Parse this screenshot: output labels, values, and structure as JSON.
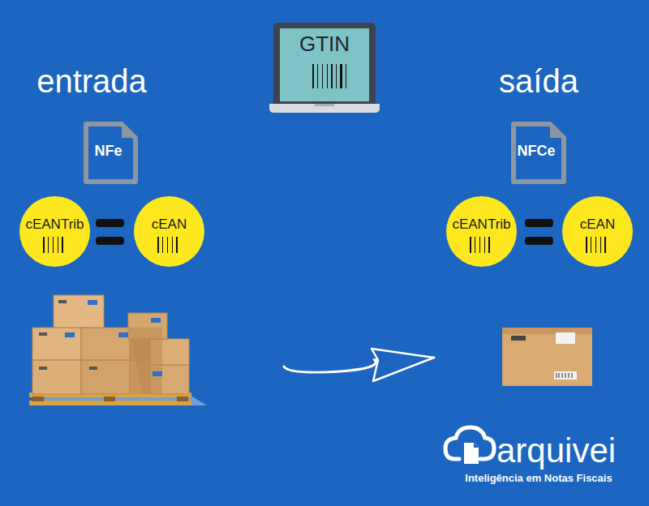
{
  "diagram": {
    "nodes": [
      {
        "text": [
          "GTIN"
        ]
      },
      {
        "text": [
          "NFe"
        ]
      },
      {
        "text": [
          "cEANTrib"
        ]
      },
      {
        "text": [
          "cEAN"
        ]
      },
      {
        "text": [
          "NFCe"
        ]
      },
      {
        "text": [
          "cEANTrib"
        ]
      },
      {
        "text": [
          "cEAN"
        ]
      }
    ],
    "labels": [
      "entrada",
      "saída",
      "arquivei",
      "Inteligência em Notas Fiscais"
    ]
  }
}
